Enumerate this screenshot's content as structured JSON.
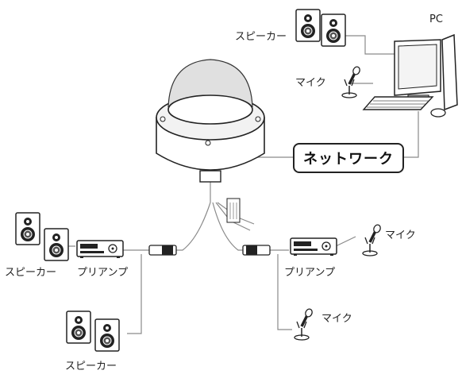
{
  "labels": {
    "pc": "PC",
    "speaker_top": "スピーカー",
    "mic_top": "マイク",
    "network": "ネットワーク",
    "speaker_left": "スピーカー",
    "preamp_left": "プリアンプ",
    "preamp_right": "プリアンプ",
    "mic_right": "マイク",
    "mic_bottom": "マイク",
    "speaker_bottom": "スピーカー"
  }
}
